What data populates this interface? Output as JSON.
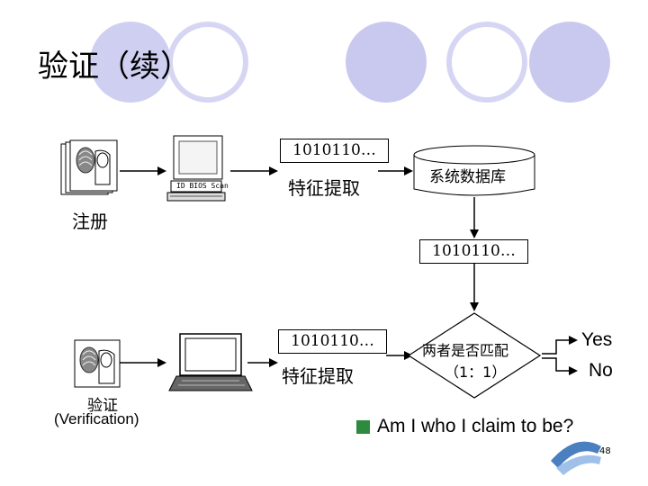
{
  "title": "验证（续）",
  "enroll": {
    "code": "1010110…",
    "feature_label": "特征提取",
    "database_label": "系统数据库",
    "register_label": "注册",
    "device_label": "ID BIOS Scan"
  },
  "template": {
    "code": "1010110…"
  },
  "verify": {
    "code": "1010110…",
    "feature_label": "特征提取",
    "match_line1": "两者是否匹配",
    "match_line2": "（1：1）",
    "yes": "Yes",
    "no": "No",
    "verify_label": "验证",
    "verify_sub": "(Verification)"
  },
  "bullet": "Am I who I claim to be?",
  "page_number": "48",
  "colors": {
    "circle_fill": "#c9c9f0",
    "circle_ring": "#d2d2f2",
    "bullet_accent": "#2d8a3e"
  }
}
